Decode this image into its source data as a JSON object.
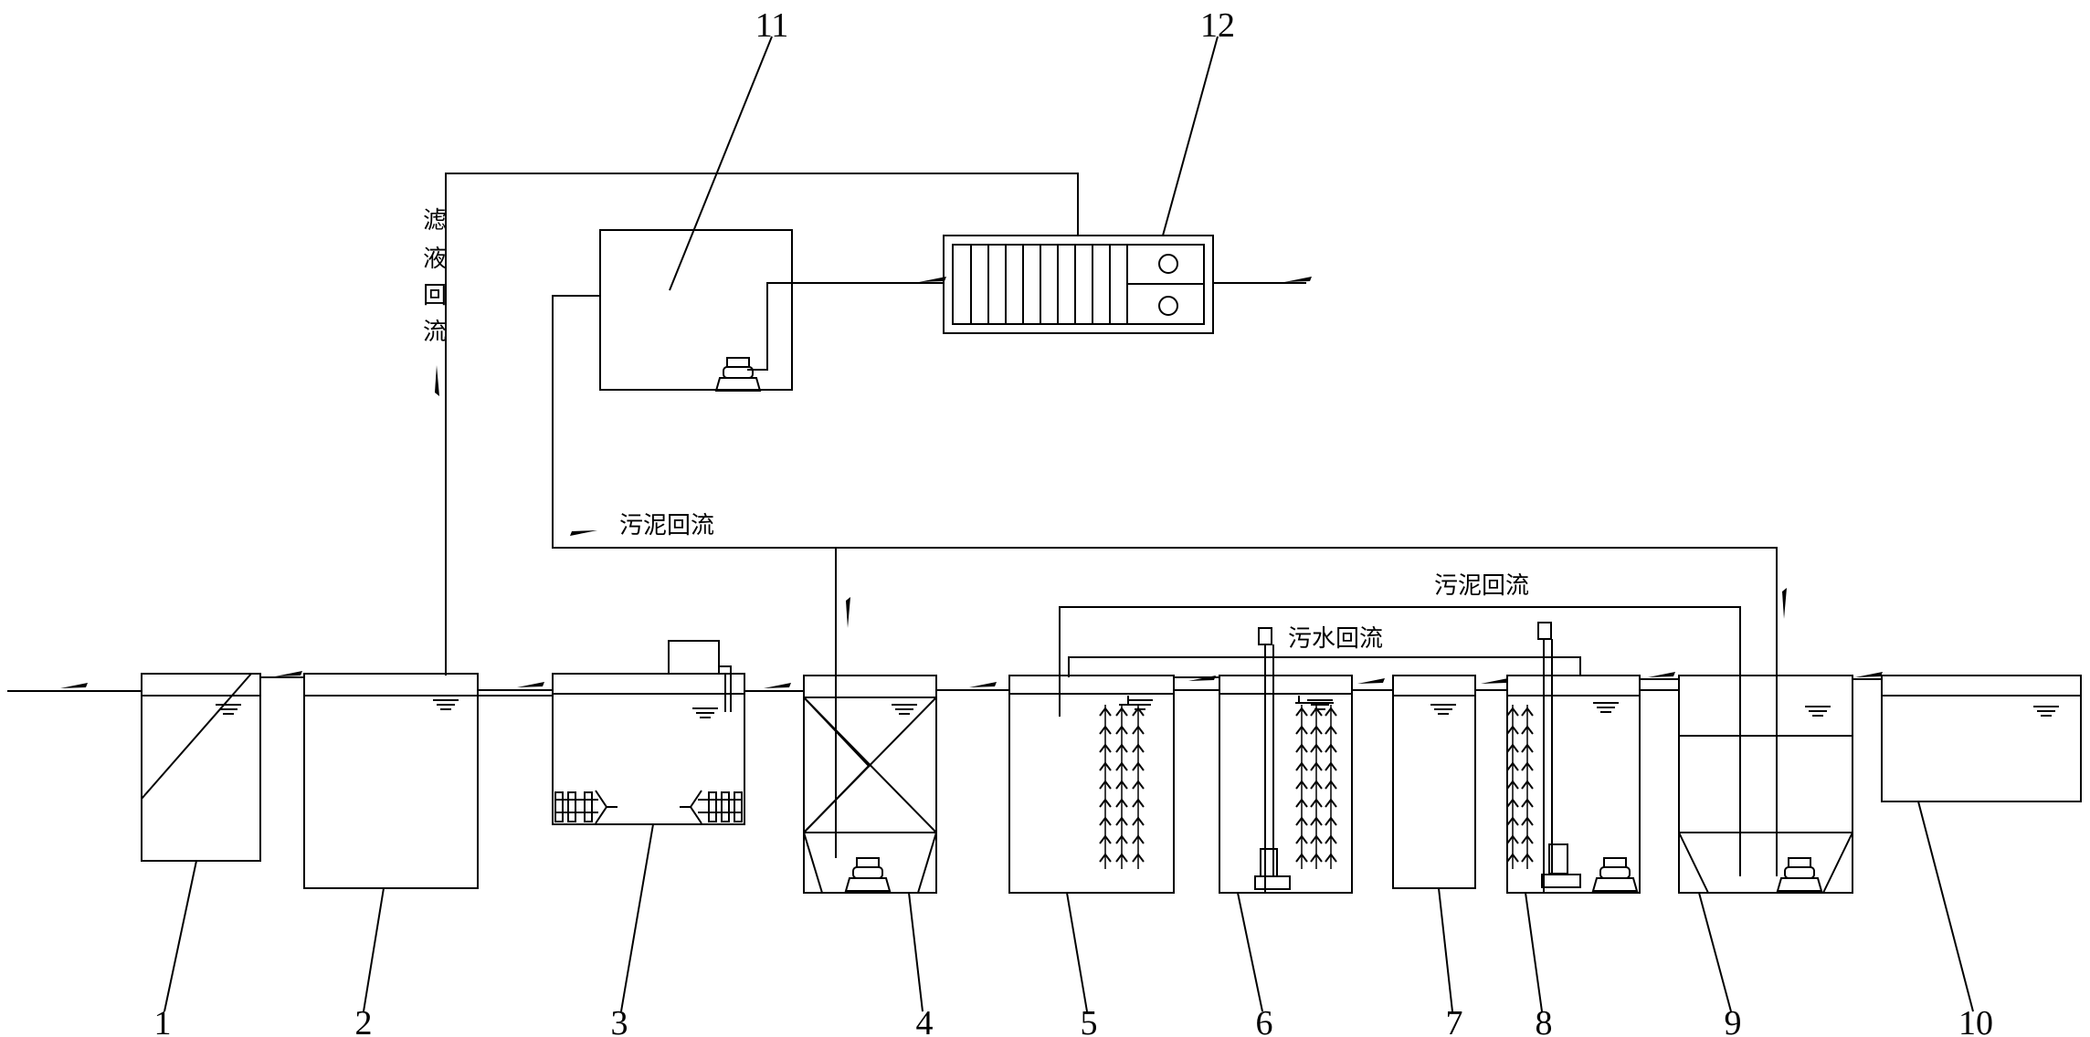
{
  "units": [
    {
      "id": "1"
    },
    {
      "id": "2"
    },
    {
      "id": "3"
    },
    {
      "id": "4"
    },
    {
      "id": "5"
    },
    {
      "id": "6"
    },
    {
      "id": "7"
    },
    {
      "id": "8"
    },
    {
      "id": "9"
    },
    {
      "id": "10"
    },
    {
      "id": "11"
    },
    {
      "id": "12"
    }
  ],
  "annotations": {
    "filtrate_return": [
      "滤",
      "液",
      "回",
      "流"
    ],
    "sludge_return_upper": "污泥回流",
    "sludge_return_lower": "污泥回流",
    "sewage_return": "污水回流"
  },
  "colors": {
    "line": "#000000",
    "background": "#ffffff"
  },
  "icons": [
    "flow-arrow-icon",
    "water-level-icon",
    "pump-icon",
    "aerator-icon",
    "plate-frame-filter-press-icon"
  ]
}
